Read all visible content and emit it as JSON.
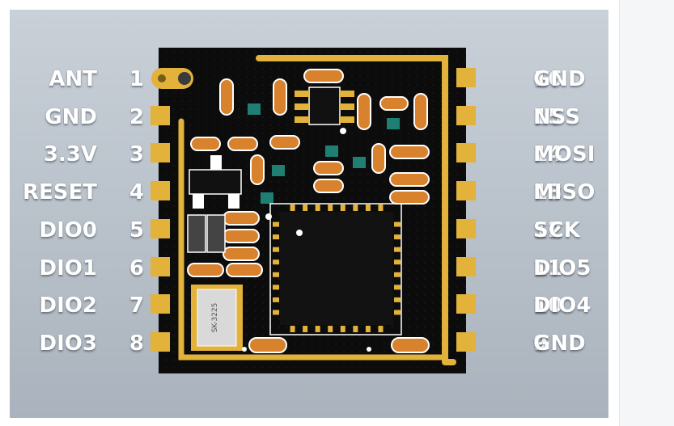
{
  "left_pins": [
    {
      "name": "ANT",
      "num": "1"
    },
    {
      "name": "GND",
      "num": "2"
    },
    {
      "name": "3.3V",
      "num": "3"
    },
    {
      "name": "RESET",
      "num": "4"
    },
    {
      "name": "DIO0",
      "num": "5"
    },
    {
      "name": "DIO1",
      "num": "6"
    },
    {
      "name": "DIO2",
      "num": "7"
    },
    {
      "name": "DIO3",
      "num": "8"
    }
  ],
  "right_pins": [
    {
      "name": "GND",
      "num": "16"
    },
    {
      "name": "NSS",
      "num": "15"
    },
    {
      "name": "MOSI",
      "num": "14"
    },
    {
      "name": "MISO",
      "num": "13"
    },
    {
      "name": "SCK",
      "num": "12"
    },
    {
      "name": "DIO5",
      "num": "11"
    },
    {
      "name": "DIO4",
      "num": "10"
    },
    {
      "name": "GND",
      "num": "9"
    }
  ],
  "crystal_label": "SK-3225",
  "colors": {
    "board": "#0c0c0c",
    "gold": "#e2b23a",
    "component": "#d8822e",
    "teal": "#1f7f73",
    "chip": "#121212"
  }
}
